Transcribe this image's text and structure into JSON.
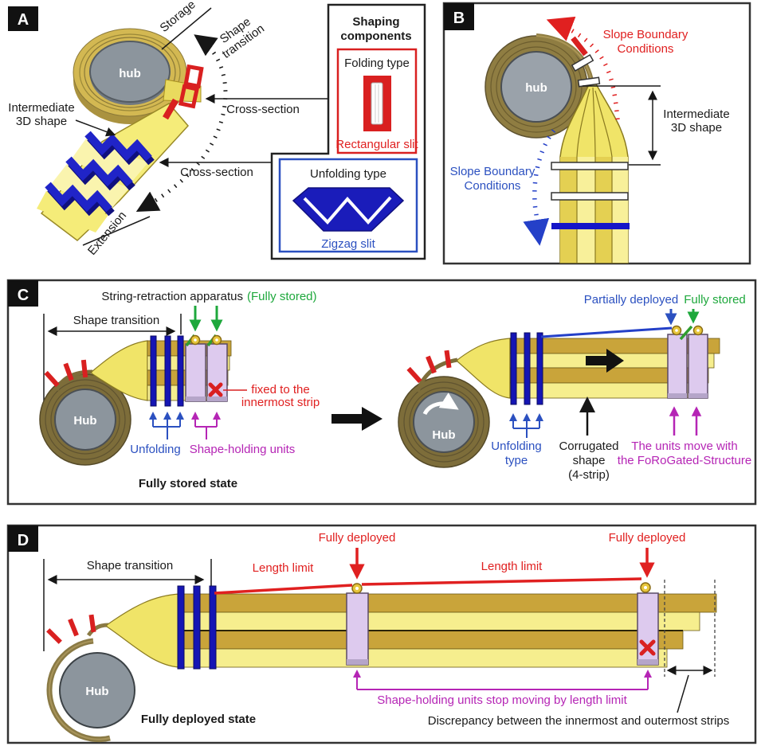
{
  "colors": {
    "strip_bright": "#f6ee8e",
    "strip_dark": "#c9a43a",
    "coil_olive": "#7d6d3a",
    "hub_gray": "#8c959d",
    "accent_red": "#e02020",
    "accent_blue": "#2b50c0",
    "bar_blue": "#1515b4",
    "accent_green": "#1ea83c",
    "accent_magenta": "#b525b5",
    "unit_lavender": "#ddcaee"
  },
  "panel_a": {
    "label": "A",
    "hub_label": "hub",
    "storage": "Storage",
    "shape_transition_line1": "Shape",
    "shape_transition_line2": "transition",
    "cross_section_top": "Cross-section",
    "cross_section_bottom": "Cross-section",
    "intermediate_line1": "Intermediate",
    "intermediate_line2": "3D shape",
    "extension": "Extension",
    "shaping_components": {
      "title_line1": "Shaping",
      "title_line2": "components",
      "folding_title": "Folding type",
      "folding_caption": "Rectangular slit",
      "unfolding_title": "Unfolding type",
      "unfolding_caption": "Zigzag slit"
    }
  },
  "panel_b": {
    "label": "B",
    "hub_label": "hub",
    "slope_red_line1": "Slope Boundary",
    "slope_red_line2": "Conditions",
    "slope_blue_line1": "Slope Boundary",
    "slope_blue_line2": "Conditions",
    "intermediate_line1": "Intermediate",
    "intermediate_line2": "3D shape"
  },
  "panel_c": {
    "label": "C",
    "title_black": "String-retraction apparatus",
    "title_green": "(Fully stored)",
    "shape_transition": "Shape transition",
    "hub_left_label": "Hub",
    "fixed_line1": "fixed to the",
    "fixed_line2": "innermost strip",
    "unfolding_label": "Unfolding",
    "shape_holding_units_label": "Shape-holding units",
    "stored_state_caption": "Fully stored state",
    "partially_deployed": "Partially deployed",
    "fully_stored": "Fully stored",
    "hub_right_label": "Hub",
    "unfolding_type_line1": "Unfolding",
    "unfolding_type_line2": "type",
    "corrugated_line1": "Corrugated",
    "corrugated_line2": "shape",
    "corrugated_line3": "(4-strip)",
    "units_move_line1": "The units move with",
    "units_move_line2": "the FoRoGated-Structure"
  },
  "panel_d": {
    "label": "D",
    "shape_transition": "Shape transition",
    "length_limit_left": "Length limit",
    "length_limit_right": "Length limit",
    "fully_deployed_left": "Fully deployed",
    "fully_deployed_right": "Fully deployed",
    "hub_label": "Hub",
    "deployed_state_caption": "Fully deployed state",
    "units_stop_caption": "Shape-holding units stop moving by length limit",
    "discrepancy_caption": "Discrepancy between the innermost and outermost strips"
  }
}
